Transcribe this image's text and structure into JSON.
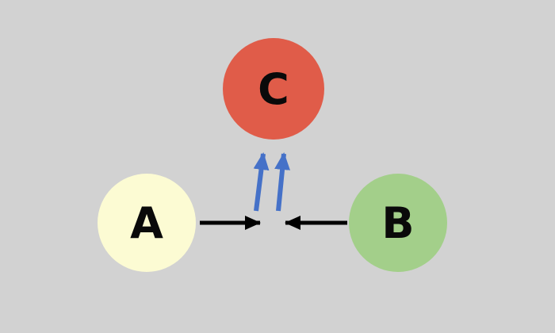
{
  "diagram": {
    "background": "#d2d2d2",
    "nodes": {
      "c": {
        "label": "C",
        "color": "#e05c49"
      },
      "a": {
        "label": "A",
        "color": "#fcfbd3"
      },
      "b": {
        "label": "B",
        "color": "#a3cf8a"
      }
    },
    "colors": {
      "black_arrow": "#000000",
      "blue_arrow": "#4571c8",
      "label": "#0a0a0a"
    }
  }
}
